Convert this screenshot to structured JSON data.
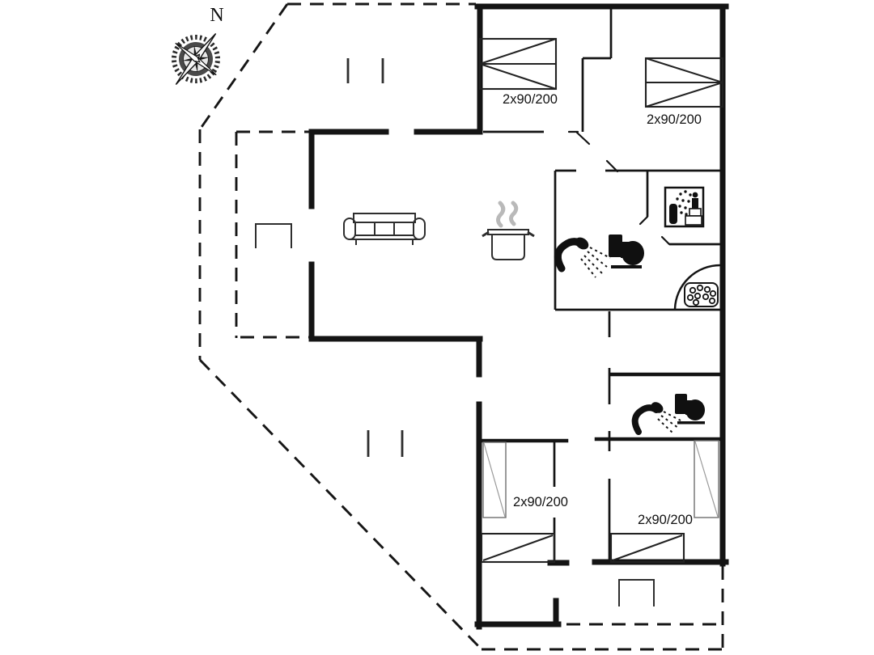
{
  "compass": {
    "label": "N"
  },
  "labels": {
    "bed_top_left": "2x90/200",
    "bed_top_right": "2x90/200",
    "bed_bottom_left": "2x90/200",
    "bed_bottom_right": "2x90/200"
  },
  "icons": [
    "compass-rose-icon",
    "double-bed-icon",
    "sofa-icon",
    "cooking-pot-icon",
    "steam-icon",
    "shower-icon",
    "toilet-icon",
    "sauna-icon",
    "whirlpool-icon",
    "wardrobe-icon",
    "terrace-bench-icon"
  ],
  "colors": {
    "ink": "#141414",
    "steam_gray": "#b9b9b9",
    "background": "#ffffff"
  }
}
